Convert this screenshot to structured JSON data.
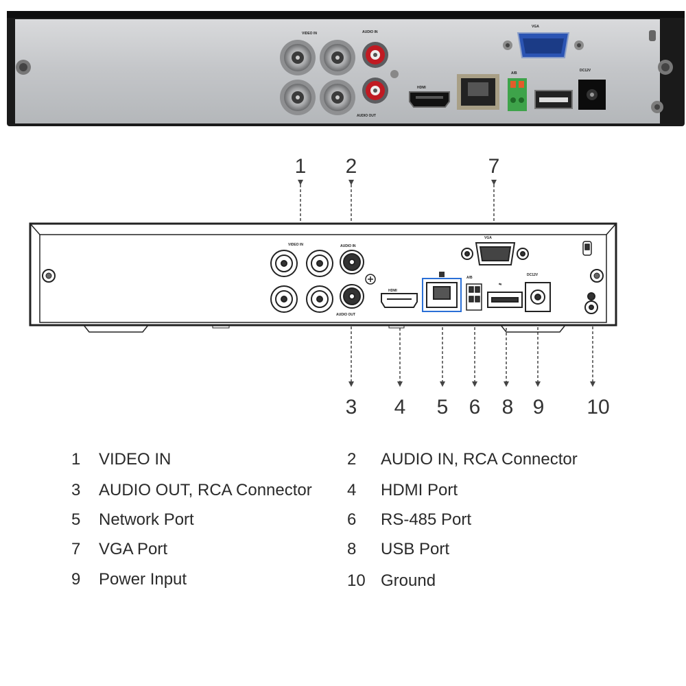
{
  "photo": {
    "labels": {
      "video_in": "VIDEO IN",
      "audio_in": "AUDIO IN",
      "audio_out": "AUDIO OUT",
      "hdmi": "HDMI",
      "vga": "VGA",
      "rs485": "A/B",
      "power": "DC12V"
    }
  },
  "diagram": {
    "labels": {
      "video_in": "VIDEO IN",
      "audio_in": "AUDIO IN",
      "audio_out": "AUDIO OUT",
      "hdmi": "HDMI",
      "vga": "VGA",
      "rs485": "A/B",
      "power": "DC12V"
    },
    "callouts": {
      "c1": "1",
      "c2": "2",
      "c3": "3",
      "c4": "4",
      "c5": "5",
      "c6": "6",
      "c7": "7",
      "c8": "8",
      "c9": "9",
      "c10": "10"
    }
  },
  "legend": [
    {
      "num": "1",
      "label": "VIDEO IN"
    },
    {
      "num": "2",
      "label": "AUDIO IN, RCA Connector"
    },
    {
      "num": "3",
      "label": "AUDIO OUT, RCA Connector"
    },
    {
      "num": "4",
      "label": "HDMI Port"
    },
    {
      "num": "5",
      "label": "Network Port"
    },
    {
      "num": "6",
      "label": "RS-485 Port"
    },
    {
      "num": "7",
      "label": "VGA Port"
    },
    {
      "num": "8",
      "label": "USB Port"
    },
    {
      "num": "9",
      "label": "Power Input"
    },
    {
      "num": "10",
      "label": "Ground"
    }
  ]
}
